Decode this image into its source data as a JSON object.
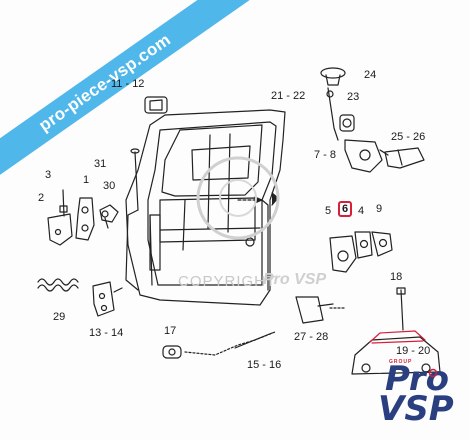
{
  "banner_text": "pro-piece-vsp.com",
  "watermark": {
    "copyright": "COPYRIGHT",
    "brand": "Pro VSP"
  },
  "labels": {
    "l24": "24",
    "l11": "11 - 12",
    "l21": "21 - 22",
    "l23": "23",
    "l25": "25 - 26",
    "l78": "7 - 8",
    "l31": "31",
    "l3": "3",
    "l1": "1",
    "l30": "30",
    "l2": "2",
    "l5": "5",
    "l6": "6",
    "l4": "4",
    "l9": "9",
    "l29": "29",
    "l13": "13 - 14",
    "l17": "17",
    "l27": "27 - 28",
    "l18": "18",
    "l19": "19 - 20",
    "l15": "15 - 16"
  },
  "highlighted_part": "6",
  "logo": {
    "small": "GROUP",
    "line1": "Pro",
    "line2": "VSP"
  },
  "colors": {
    "banner": "#4fb7ea",
    "highlight": "#d81f3a",
    "logo": "#2a3f80",
    "line": "#222222"
  }
}
